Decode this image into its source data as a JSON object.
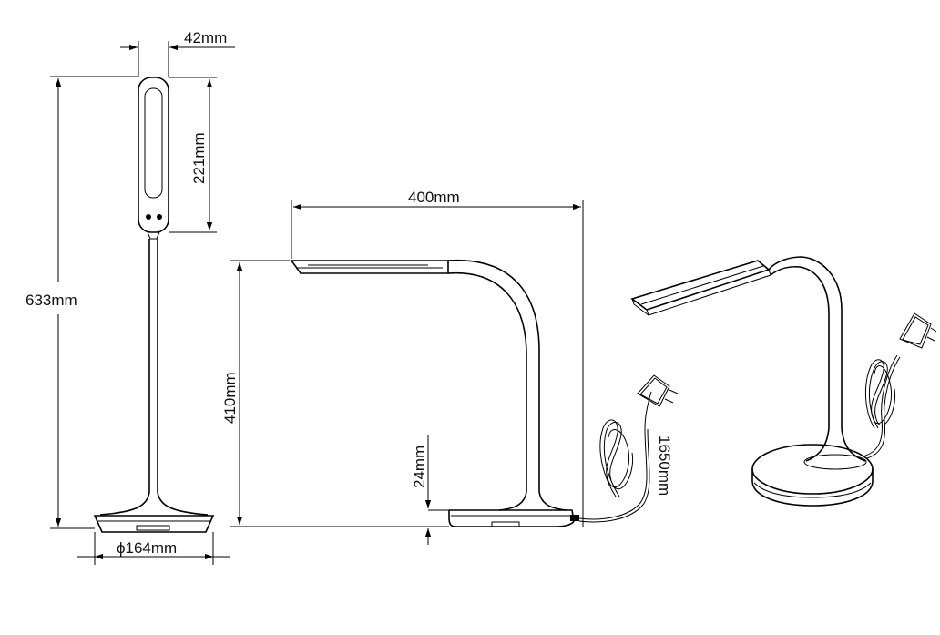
{
  "dimensions": {
    "head_width": "42mm",
    "head_length": "221mm",
    "total_height": "633mm",
    "base_diameter": "ϕ164mm",
    "arm_reach": "400mm",
    "arm_height": "410mm",
    "base_height": "24mm",
    "cable_length": "1650mm"
  }
}
